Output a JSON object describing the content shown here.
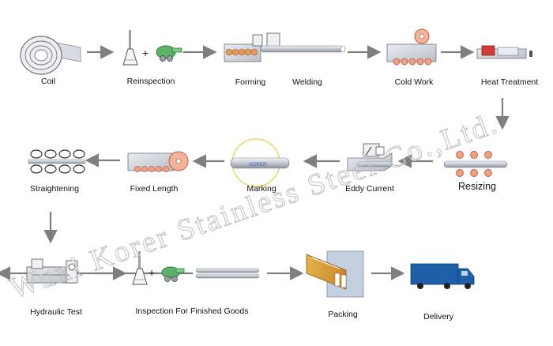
{
  "steps": {
    "coil": "Coil",
    "reinspection": "Reinspection",
    "forming": "Forming",
    "welding": "Welding",
    "cold_work": "Cold Work",
    "heat_treatment": "Heat Treatment",
    "resizing": "Resizing",
    "eddy_current": "Eddy Current",
    "marking": "Marking",
    "fixed_length": "Fixed Length",
    "straightening": "Straightening",
    "hydraulic_test": "Hydraulic Test",
    "inspection_finished": "Inspection For Finished Goods",
    "packing": "Packing",
    "delivery": "Delivery"
  },
  "watermark": "Wuxi Korer Stainless Steel Co.,Ltd.",
  "plus_sign": "+",
  "marking_tube_text": "KORER",
  "colors": {
    "arrow": "#7f7f7f",
    "accent_green": "#5db36b",
    "pipe_grey": "#c9ccd3",
    "roller_orange": "#e8826a",
    "truck_blue": "#1f5fa8",
    "watermark": "#bdbdbd"
  }
}
